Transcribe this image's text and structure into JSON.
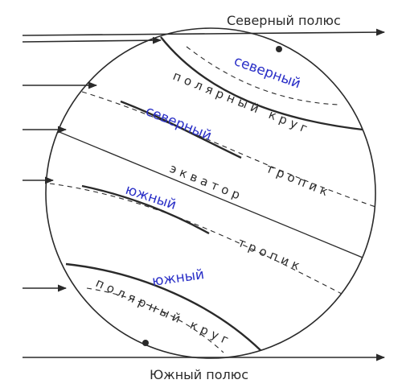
{
  "labels": {
    "north_pole": "Северный полюс",
    "south_pole": "Южный полюс",
    "north_arctic_word": "северный",
    "arctic_circle_top": "полярный круг",
    "north_tropic_word": "северный",
    "equator": "экватор",
    "tropic_north": "тропик",
    "south_tropic_word": "южный",
    "tropic_south": "тропик",
    "south_antarctic_word": "южный",
    "antarctic_circle_bottom": "полярный круг"
  },
  "colors": {
    "line": "#2a2a2a",
    "blue_text": "#2a2fc7"
  }
}
